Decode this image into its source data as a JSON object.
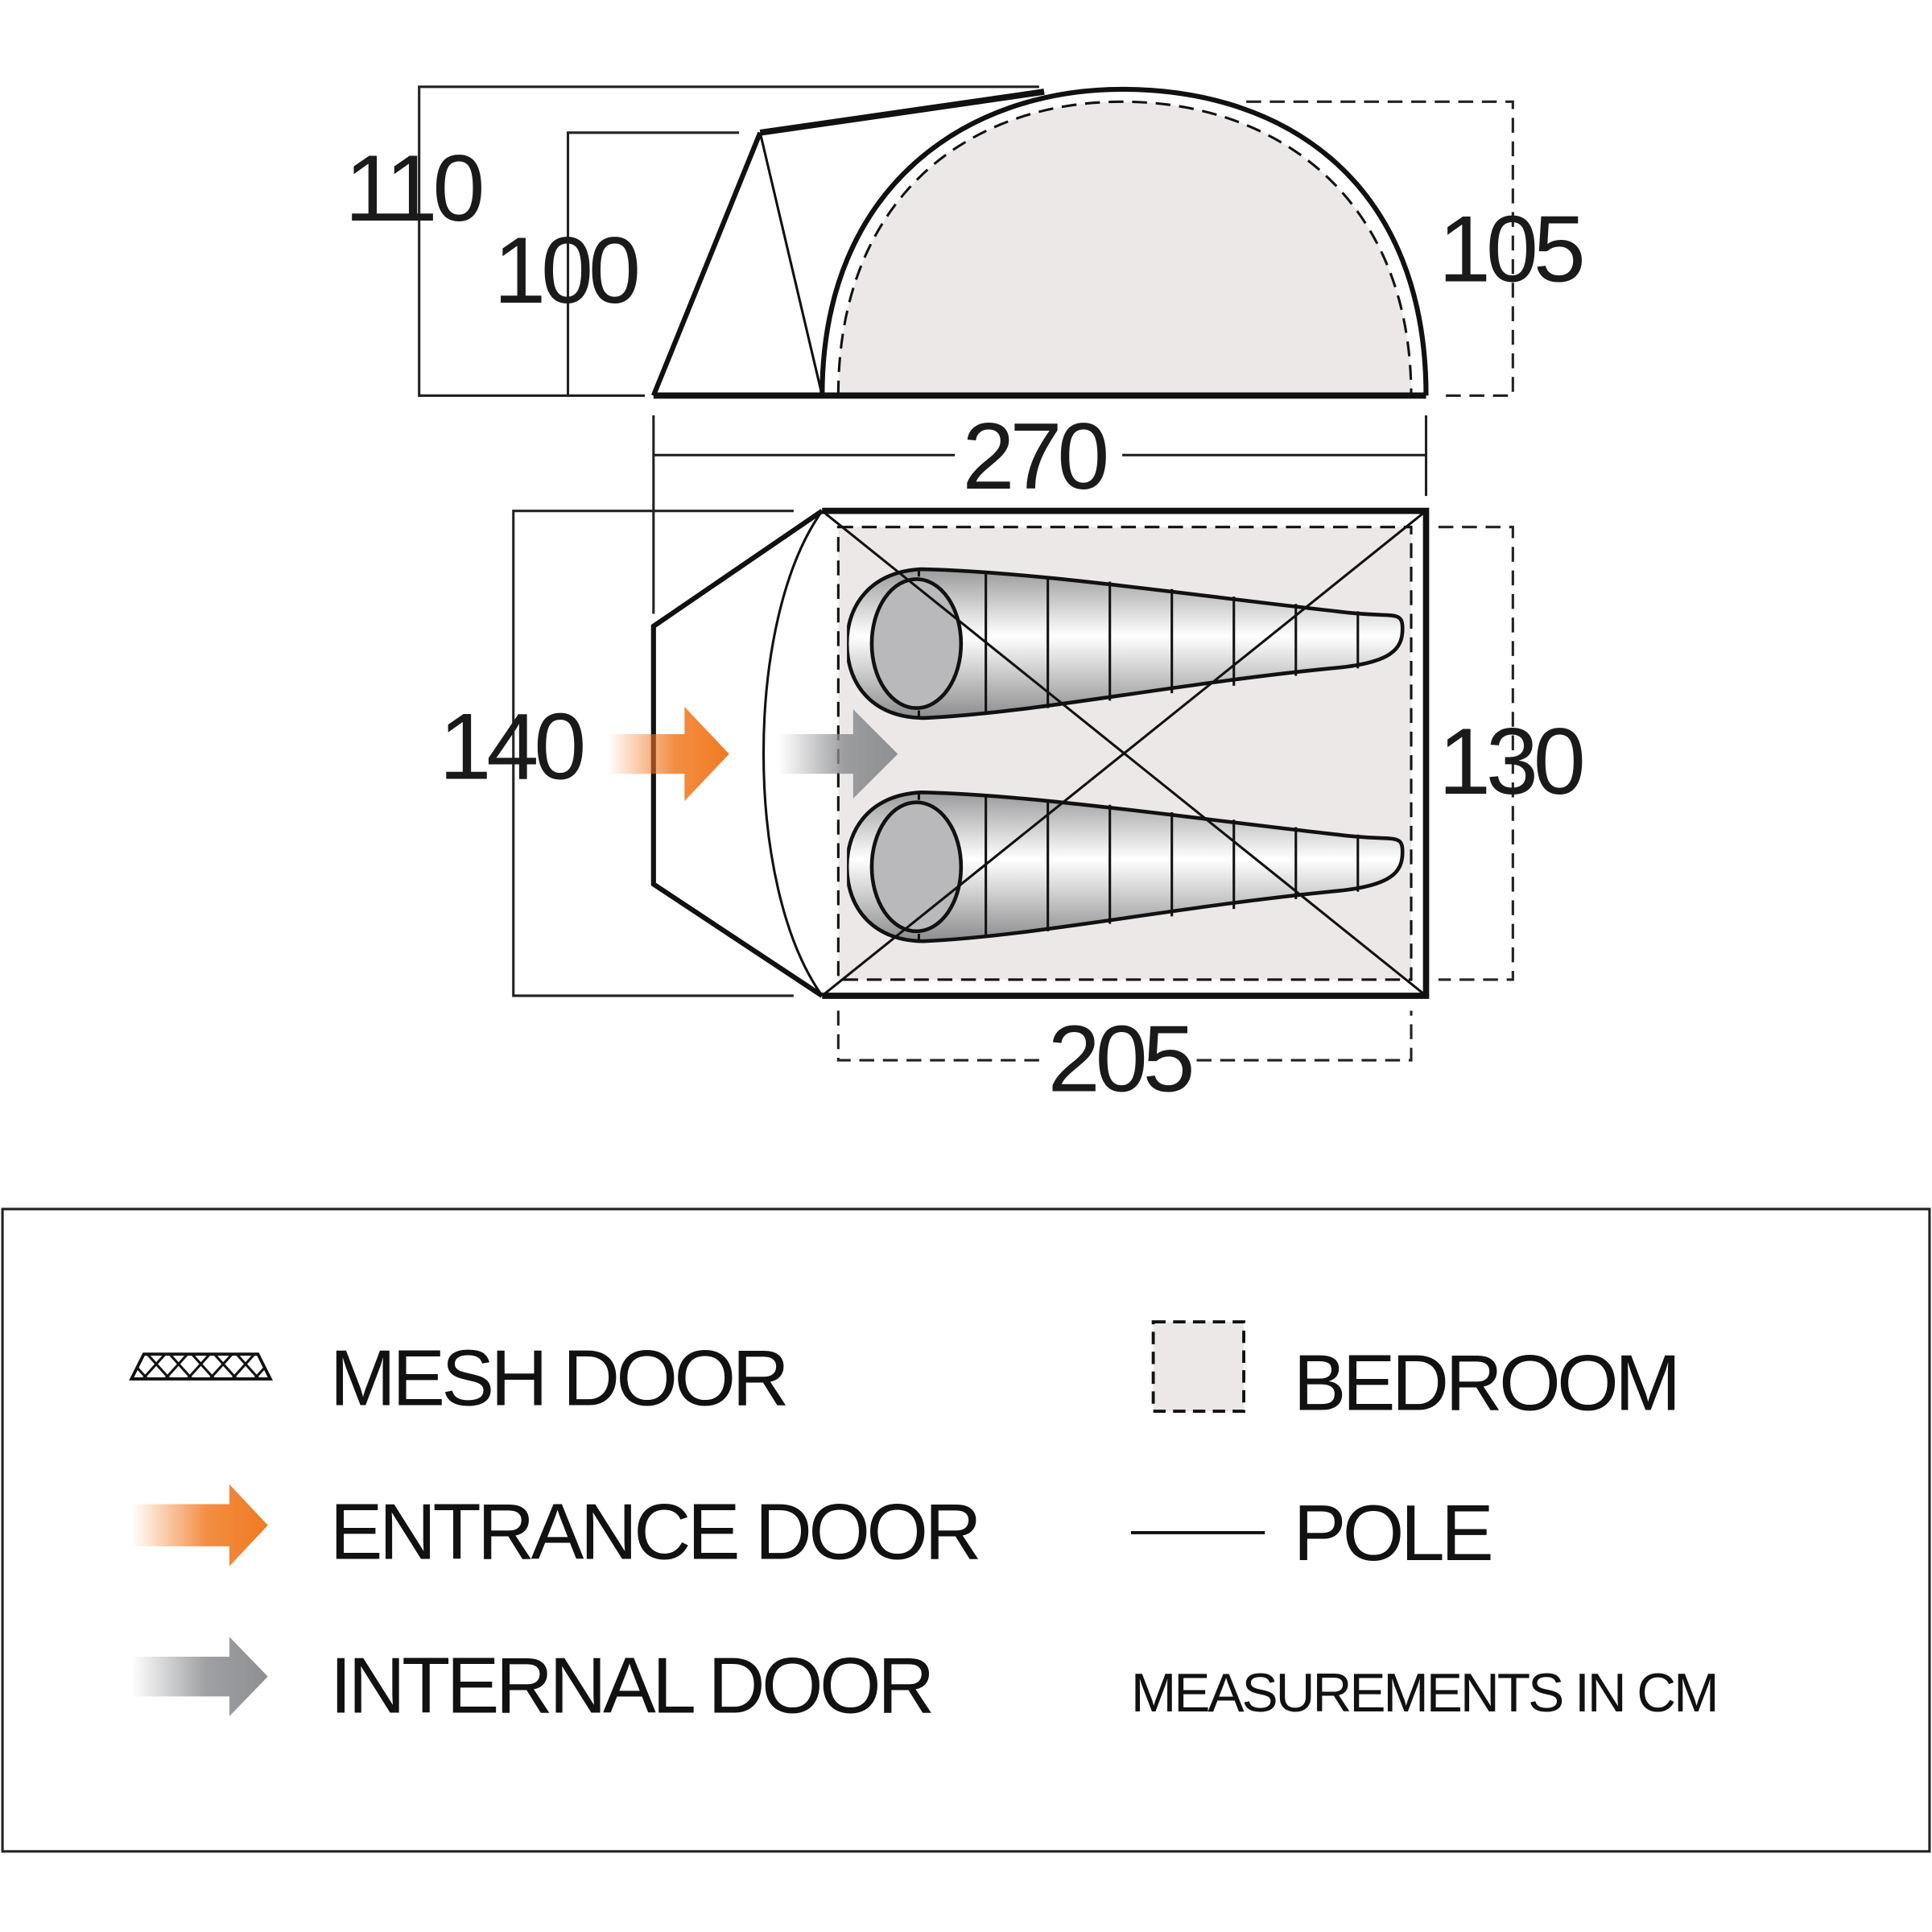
{
  "diagram": {
    "subject": "Two-person tent dimensions",
    "side_view": {
      "heights": {
        "overall_height": "110",
        "porch_height": "100",
        "inner_height": "105"
      },
      "overall_length": "270"
    },
    "floor_plan": {
      "overall_width": "140",
      "inner_width": "130",
      "inner_length": "205",
      "sleeping_bags": 2
    }
  },
  "legend": {
    "items": [
      {
        "icon": "mesh-door-icon",
        "label": "MESH DOOR"
      },
      {
        "icon": "entrance-arrow-icon",
        "label": "ENTRANCE DOOR"
      },
      {
        "icon": "internal-arrow-icon",
        "label": "INTERNAL DOOR"
      },
      {
        "icon": "bedroom-swatch-icon",
        "label": "BEDROOM"
      },
      {
        "icon": "pole-line-icon",
        "label": "POLE"
      }
    ],
    "note": "MEASUREMENTS IN CM"
  },
  "colors": {
    "entrance_arrow": "#f07a22",
    "internal_arrow": "#8e8f92",
    "bedroom_fill": "#ebe8e7",
    "line": "#111111"
  }
}
